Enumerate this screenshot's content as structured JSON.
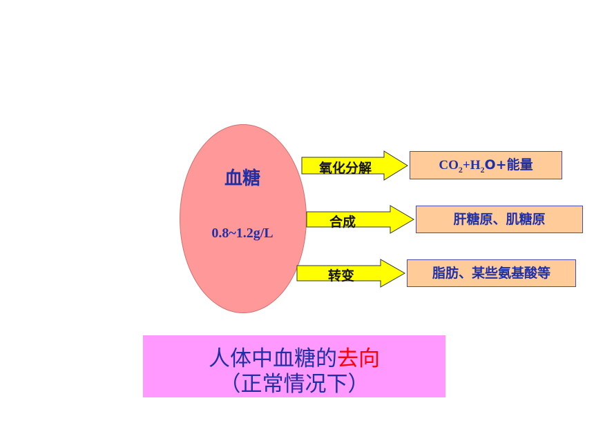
{
  "glucose": {
    "title": "血糖",
    "range": "0.8~1.2g/L"
  },
  "pathways": [
    {
      "process": "氧化分解",
      "result_html": true
    },
    {
      "process": "合成",
      "result": "肝糖原、肌糖原"
    },
    {
      "process": "转变",
      "result": "脂肪、某些氨基酸等"
    }
  ],
  "oxidation_result": {
    "co": "CO",
    "sub2a": "2",
    "plus_h": "+H",
    "sub2b": "2",
    "o_energy": "O+能量"
  },
  "caption": {
    "line1_prefix": "人体中血糖的",
    "line1_highlight": "去向",
    "line2": "（正常情况下）"
  },
  "colors": {
    "ellipse": "#ff9999",
    "arrow_fill": "#ffff00",
    "result_fill": "#ffcc99",
    "caption_fill": "#ff99ff",
    "text_blue": "#1f2fa6",
    "highlight_red": "#ff0000"
  }
}
